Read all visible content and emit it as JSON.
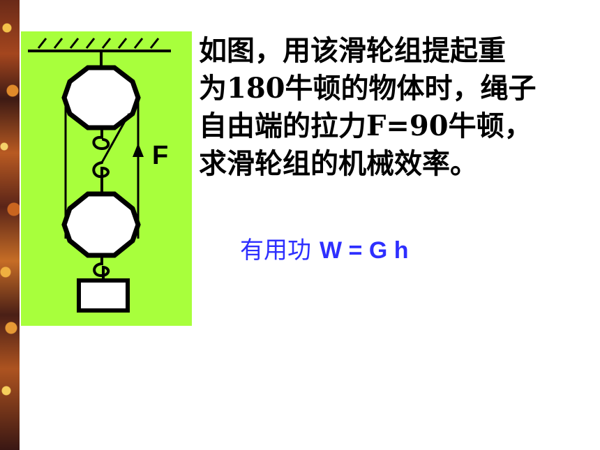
{
  "problem": {
    "lines": [
      "如图，用该滑轮组提起重",
      "为180牛顿的物体时，绳子",
      "自由端的拉力F=90牛顿，",
      "求滑轮组的机械效率。"
    ]
  },
  "diagram": {
    "force_label": "F",
    "background_color": "#a8ff3c"
  },
  "formula": {
    "label": "有用功",
    "expression": "W = G h",
    "color": "#2e2fff"
  },
  "decorative_strip_colors": [
    "#6a2a18",
    "#c66d26",
    "#f3c24a"
  ]
}
